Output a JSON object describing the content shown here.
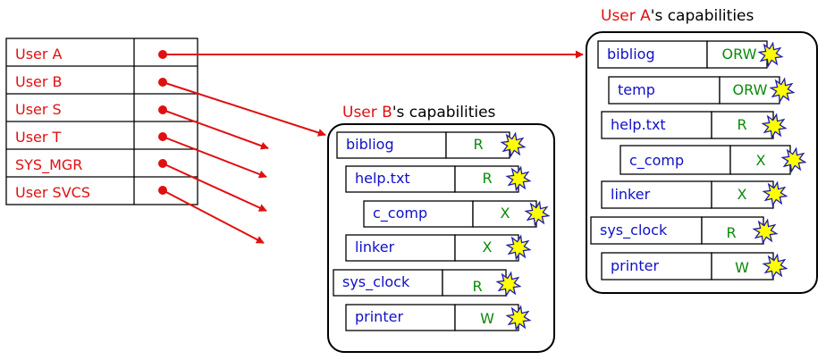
{
  "colors": {
    "user": "#e01010",
    "object": "#1010c8",
    "right": "#0a8a0a",
    "arrow": "#e01010",
    "star_fill": "#ffff00",
    "star_stroke": "#1a1ab4"
  },
  "users": {
    "rows": [
      {
        "label": "User A",
        "arrow_target": "capability-list-user-a"
      },
      {
        "label": "User B",
        "arrow_target": "capability-list-user-b"
      },
      {
        "label": "User S",
        "arrow_target": ""
      },
      {
        "label": "User T",
        "arrow_target": ""
      },
      {
        "label": "SYS_MGR",
        "arrow_target": ""
      },
      {
        "label": "User SVCS",
        "arrow_target": ""
      }
    ]
  },
  "list_b": {
    "title_user": "User B",
    "title_suffix": "'s capabilities",
    "caps": [
      {
        "object": "bibliog",
        "rights": "R"
      },
      {
        "object": "help.txt",
        "rights": "R"
      },
      {
        "object": "c_comp",
        "rights": "X"
      },
      {
        "object": "linker",
        "rights": "X"
      },
      {
        "object": "sys_clock",
        "rights": "R"
      },
      {
        "object": "printer",
        "rights": "W"
      }
    ]
  },
  "list_a": {
    "title_user": "User A",
    "title_suffix": "'s capabilities",
    "caps": [
      {
        "object": "bibliog",
        "rights": "ORW"
      },
      {
        "object": "temp",
        "rights": "ORW"
      },
      {
        "object": "help.txt",
        "rights": "R"
      },
      {
        "object": "c_comp",
        "rights": "X"
      },
      {
        "object": "linker",
        "rights": "X"
      },
      {
        "object": "sys_clock",
        "rights": "R"
      },
      {
        "object": "printer",
        "rights": "W"
      }
    ]
  }
}
